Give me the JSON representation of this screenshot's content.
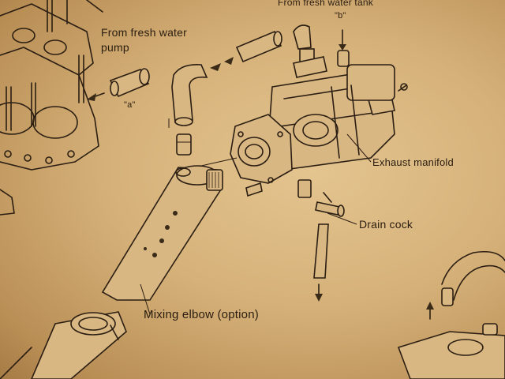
{
  "labels": {
    "fresh_water_pump": "From fresh water\npump",
    "fresh_water_tank": "From fresh water tank",
    "part_a": "\"a\"",
    "part_b": "\"b\"",
    "exhaust_manifold": "Exhaust manifold",
    "drain_cock": "Drain cock",
    "mixing_elbow": "Mixing elbow (option)"
  },
  "colors": {
    "paper": "#d6b27a",
    "ink": "#2b1e12"
  }
}
